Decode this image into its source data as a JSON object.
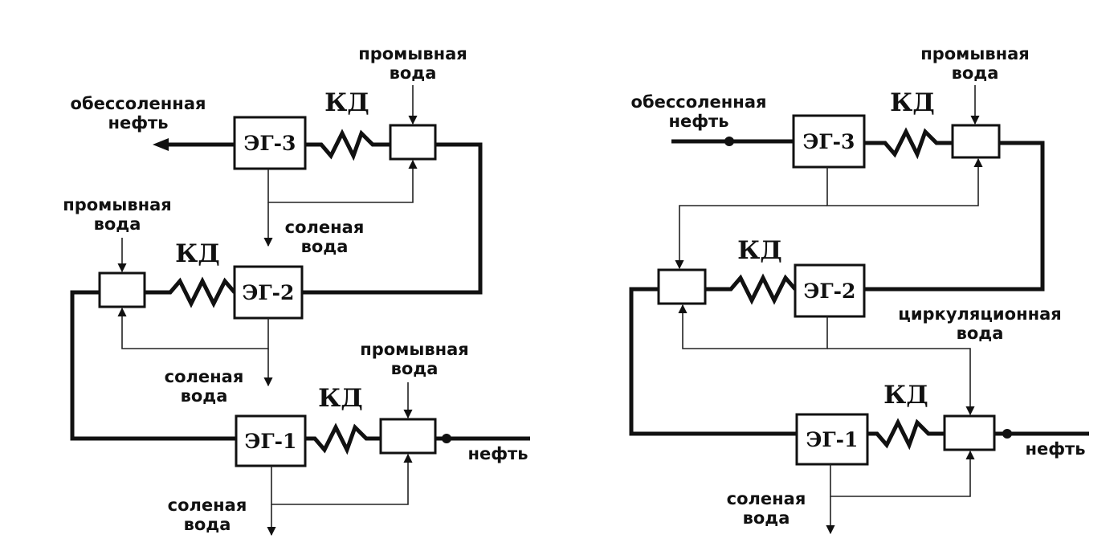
{
  "left": {
    "labels": {
      "desalted_oil": [
        "обессоленная",
        "нефть"
      ],
      "wash_water_top": [
        "промывная",
        "вода"
      ],
      "wash_water_mid": [
        "промывная",
        "вода"
      ],
      "wash_water_bottom": [
        "промывная",
        "вода"
      ],
      "salt_water_top": [
        "соленая",
        "вода"
      ],
      "salt_water_mid": [
        "соленая",
        "вода"
      ],
      "salt_water_bottom": [
        "соленая",
        "вода"
      ],
      "oil": "нефть"
    },
    "blocks": {
      "eg3": "ЭГ-3",
      "eg2": "ЭГ-2",
      "eg1": "ЭГ-1"
    },
    "kd": {
      "top": "КД",
      "mid": "КД",
      "bottom": "КД"
    }
  },
  "right": {
    "labels": {
      "desalted_oil": [
        "обессоленная",
        "нефть"
      ],
      "wash_water_top": [
        "промывная",
        "вода"
      ],
      "circulation_water": [
        "циркуляционная",
        "вода"
      ],
      "salt_water_bottom": [
        "соленая",
        "вода"
      ],
      "oil": "нефть"
    },
    "blocks": {
      "eg3": "ЭГ-3",
      "eg2": "ЭГ-2",
      "eg1": "ЭГ-1"
    },
    "kd": {
      "top": "КД",
      "mid": "КД",
      "bottom": "КД"
    }
  }
}
